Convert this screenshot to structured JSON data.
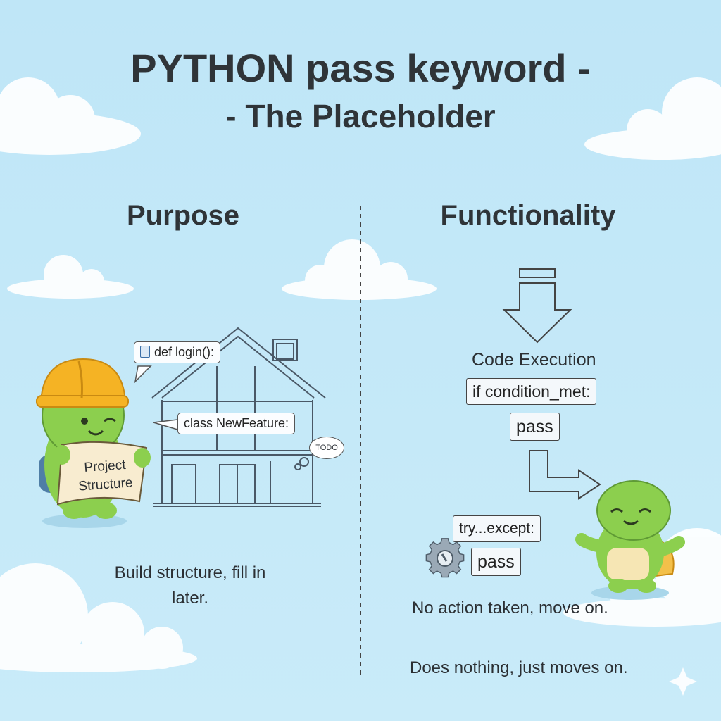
{
  "title_line1": "PYTHON pass keyword -",
  "title_line2": "- The Placeholder",
  "left": {
    "heading": "Purpose",
    "bubble_def": "def login():",
    "bubble_class": "class NewFeature:",
    "todo": "TODO",
    "map_line1": "Project",
    "map_line2": "Structure",
    "caption_line1": "Build structure, fill in",
    "caption_line2": "later."
  },
  "right": {
    "heading": "Functionality",
    "execution_label": "Code Execution",
    "code_if": "if condition_met:",
    "code_pass1": "pass",
    "code_try": "try...except:",
    "code_pass2": "pass",
    "caption1": "No action taken, move on.",
    "caption2": "Does nothing, just moves on."
  },
  "colors": {
    "background": "#c4e8f7",
    "turtle_green": "#8ccf4e",
    "helmet": "#f5b324",
    "text": "#2f3438"
  },
  "icons": [
    "cloud-icon",
    "hard-hat-icon",
    "clipboard-icon",
    "gear-icon",
    "down-arrow-icon",
    "bent-arrow-icon",
    "sparkle-icon"
  ]
}
